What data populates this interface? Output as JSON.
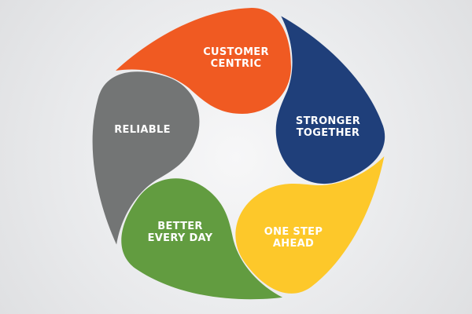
{
  "segments": [
    {
      "lines": [
        "CUSTOMER",
        "CENTRIC"
      ],
      "color": "#f05a22"
    },
    {
      "lines": [
        "STRONGER",
        "TOGETHER"
      ],
      "color": "#1f3f7a"
    },
    {
      "lines": [
        "ONE STEP",
        "AHEAD"
      ],
      "color": "#fdc82a"
    },
    {
      "lines": [
        "BETTER",
        "EVERY DAY"
      ],
      "color": "#629c40"
    },
    {
      "lines": [
        "RELIABLE"
      ],
      "color": "#737575"
    }
  ]
}
